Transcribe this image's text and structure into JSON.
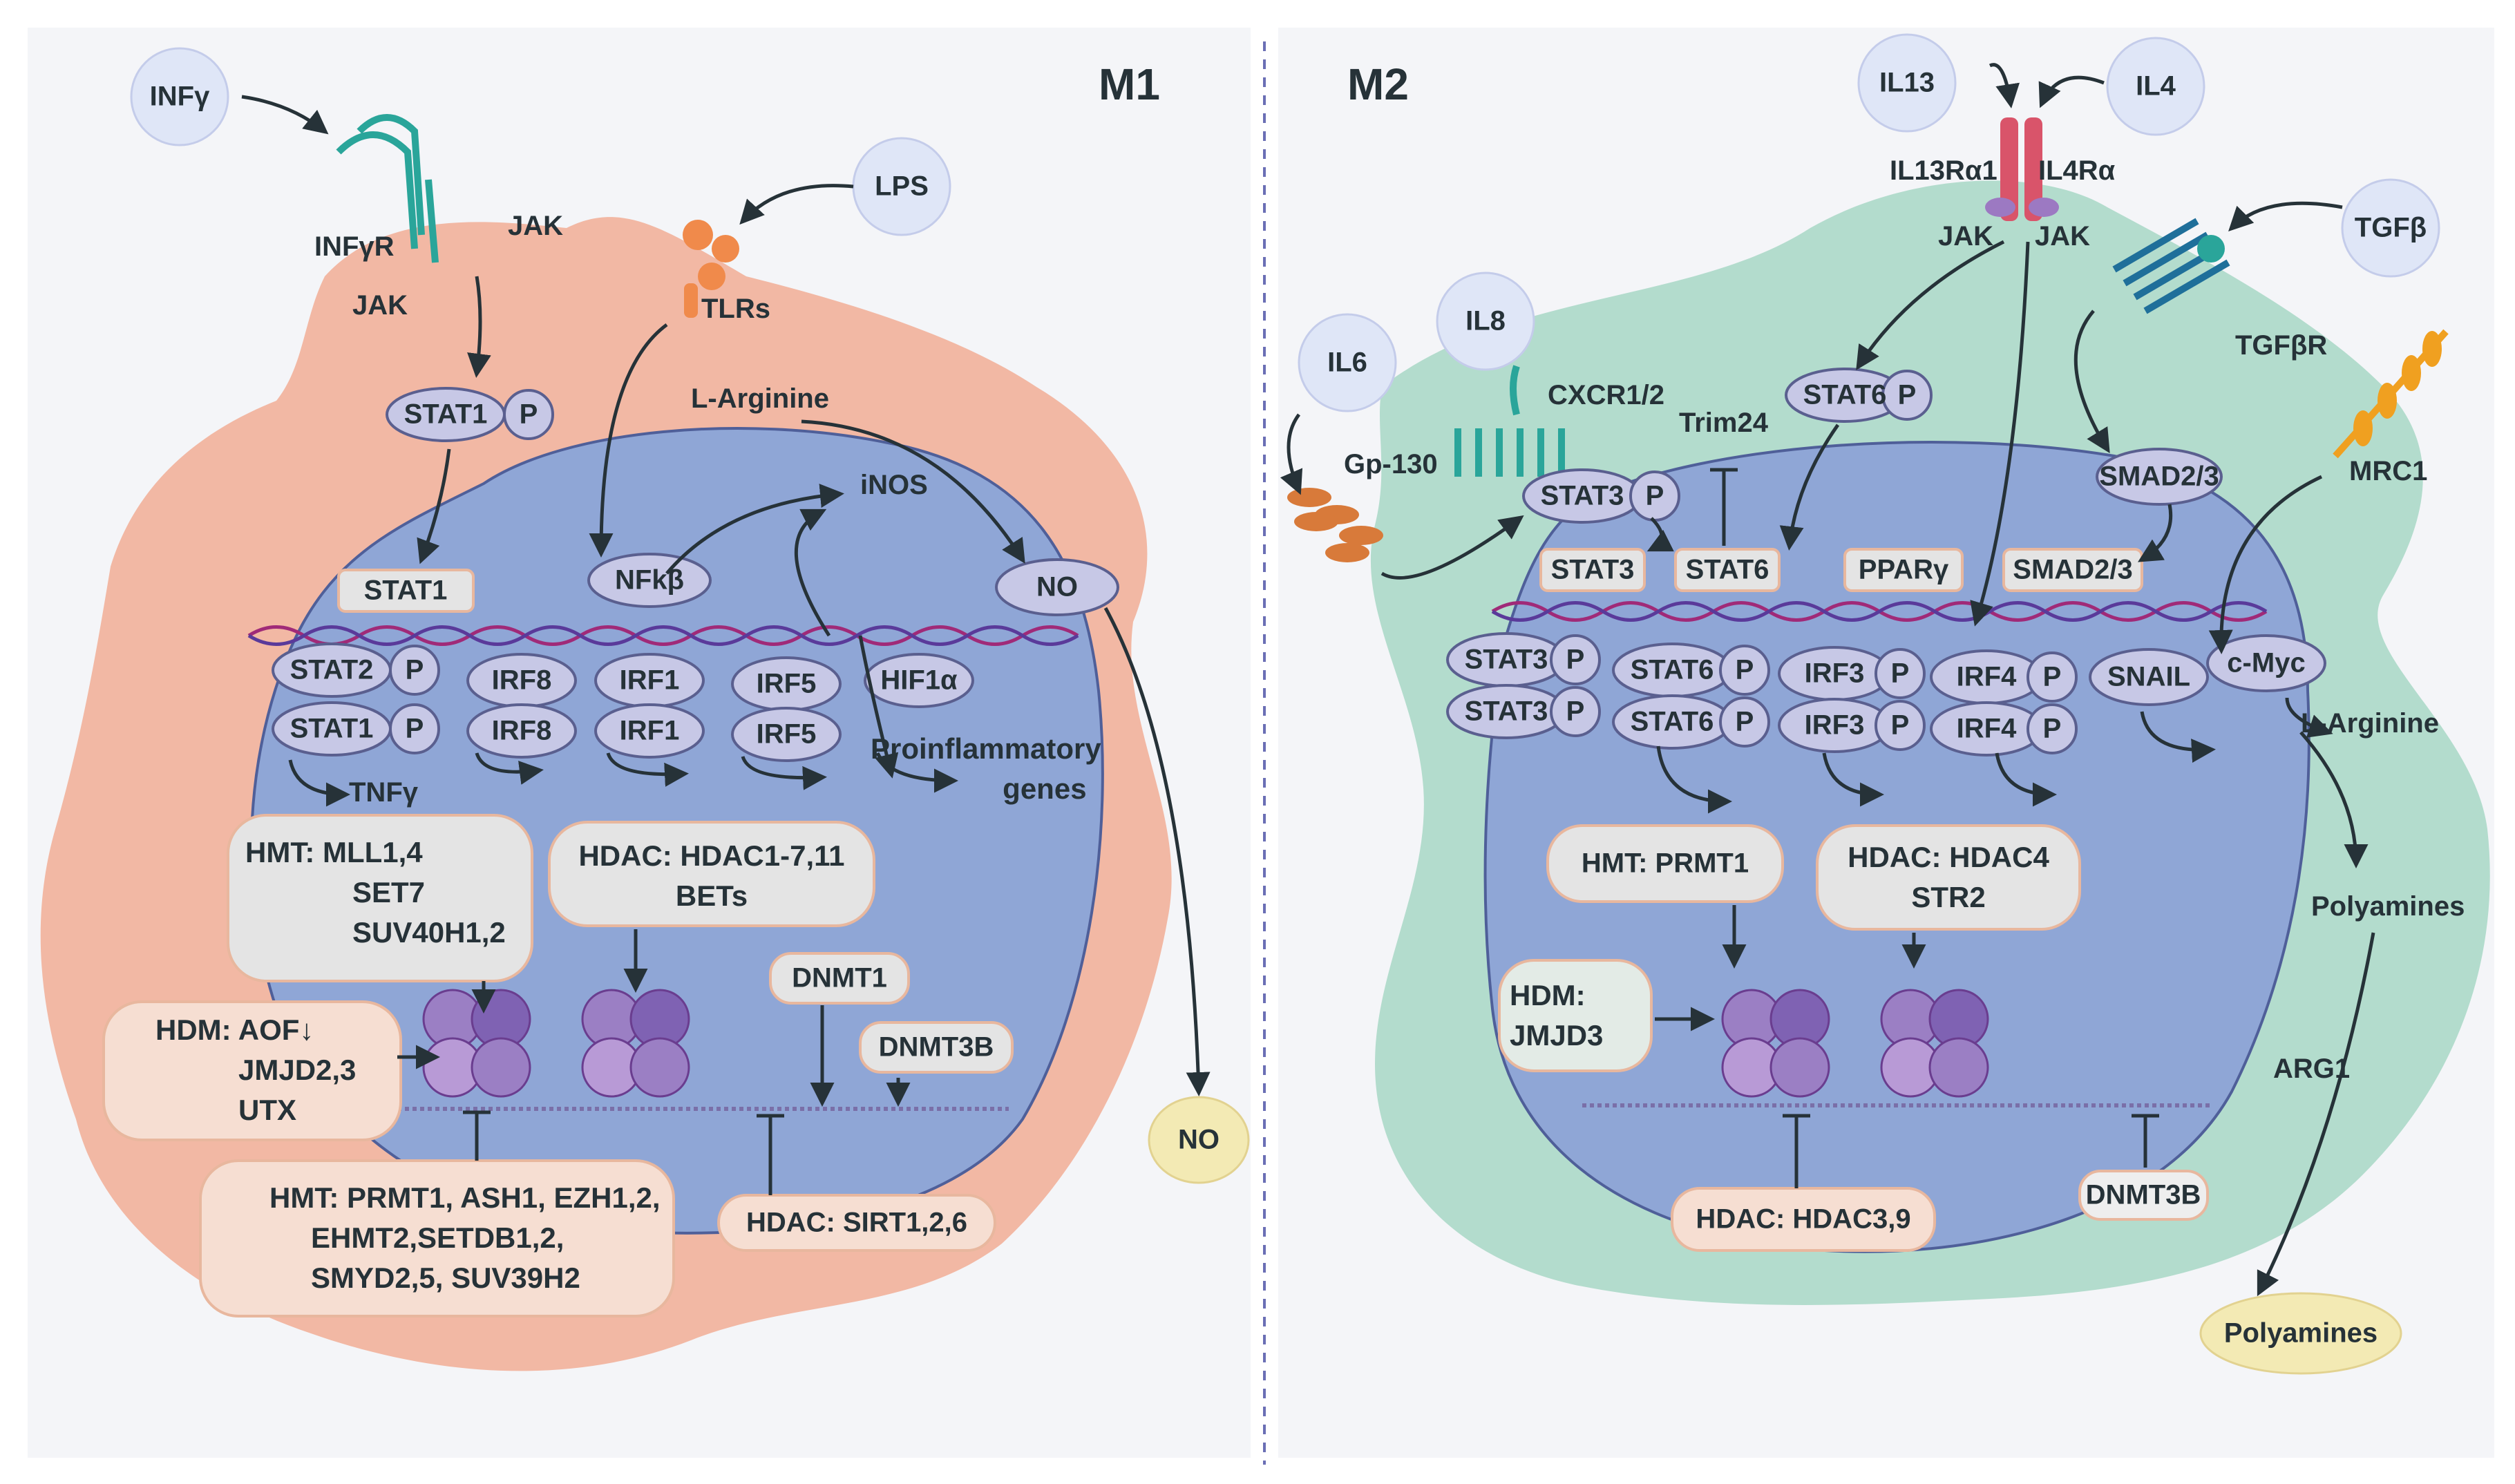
{
  "panels": {
    "m1_title": "M1",
    "m2_title": "M2"
  },
  "m1": {
    "ligands": {
      "ifng": "INFγ",
      "lps": "LPS"
    },
    "receptors": {
      "ifngr": "INFγR",
      "jak_a": "JAK",
      "jak_b": "JAK",
      "tlrs": "TLRs"
    },
    "cytoplasm": {
      "stat1_p": "STAT1",
      "p": "P",
      "l_arginine": "L-Arginine",
      "inos": "iNOS",
      "no_inner": "NO",
      "no_outer": "NO"
    },
    "nucleus": {
      "stat1": "STAT1",
      "nfkb": "NFkβ",
      "dimers": [
        {
          "top": "STAT2",
          "bottom": "STAT1",
          "p": "P"
        },
        {
          "top": "IRF8",
          "bottom": "IRF8"
        },
        {
          "top": "IRF1",
          "bottom": "IRF1"
        },
        {
          "top": "IRF5",
          "bottom": "IRF5"
        }
      ],
      "hif1a": "HIF1α",
      "tnfg": "TNFγ",
      "proinflammatory": [
        "Proinflammatory",
        "genes"
      ],
      "hmt_top": [
        "HMT: MLL1,4",
        "SET7",
        "SUV40H1,2"
      ],
      "hdac_top": [
        "HDAC: HDAC1-7,11",
        "BETs"
      ],
      "dnmt1": "DNMT1",
      "dnmt3b": "DNMT3B",
      "hdm": [
        "HDM: AOF↓",
        "JMJD2,3",
        "UTX"
      ],
      "hmt_bottom": [
        "HMT: PRMT1, ASH1, EZH1,2,",
        "EHMT2,SETDB1,2,",
        "SMYD2,5, SUV39H2"
      ],
      "hdac_bottom": "HDAC: SIRT1,2,6"
    }
  },
  "m2": {
    "ligands": {
      "il13": "IL13",
      "il4": "IL4",
      "tgfb": "TGFβ",
      "il8": "IL8",
      "il6": "IL6"
    },
    "receptors": {
      "il13ra1": "IL13Rα1",
      "il4ra": "IL4Rα",
      "jak_a": "JAK",
      "jak_b": "JAK",
      "tgfbr": "TGFβR",
      "cxcr": "CXCR1/2",
      "gp130": "Gp-130",
      "mrc1": "MRC1"
    },
    "cytoplasm": {
      "stat6_p": "STAT6",
      "smad_c": "SMAD2/3",
      "stat3_p": "STAT3",
      "trim24": "Trim24",
      "p": "P",
      "l_arginine": "L-Arginine",
      "polyamines_inner": "Polyamines",
      "arg1": "ARG1",
      "polyamines_outer": "Polyamines"
    },
    "nucleus": {
      "stat3": "STAT3",
      "stat6": "STAT6",
      "ppar": "PPARγ",
      "smad": "SMAD2/3",
      "dimers": [
        {
          "top": "STAT3",
          "bottom": "STAT3"
        },
        {
          "top": "STAT6",
          "bottom": "STAT6"
        },
        {
          "top": "IRF3",
          "bottom": "IRF3"
        },
        {
          "top": "IRF4",
          "bottom": "IRF4"
        }
      ],
      "snail": "SNAIL",
      "cmyc": "c-Myc",
      "hmt": "HMT: PRMT1",
      "hdac_top": [
        "HDAC: HDAC4",
        "STR2"
      ],
      "hdm": [
        "HDM:",
        "JMJD3"
      ],
      "hdac_bottom": "HDAC: HDAC3,9",
      "dnmt3b": "DNMT3B"
    }
  },
  "colors": {
    "m1_cell": "#f2b8a4",
    "m2_cell": "#b3dccd",
    "nucleus": "#8fa6d6",
    "pill": "#c7c8e6",
    "box": "#e4e4e4",
    "box_border": "#e8b79e",
    "no": "#f3eab4",
    "ligand": "#dfe6f7",
    "divider": "#6b6fb5",
    "dna": "#a02a78"
  }
}
